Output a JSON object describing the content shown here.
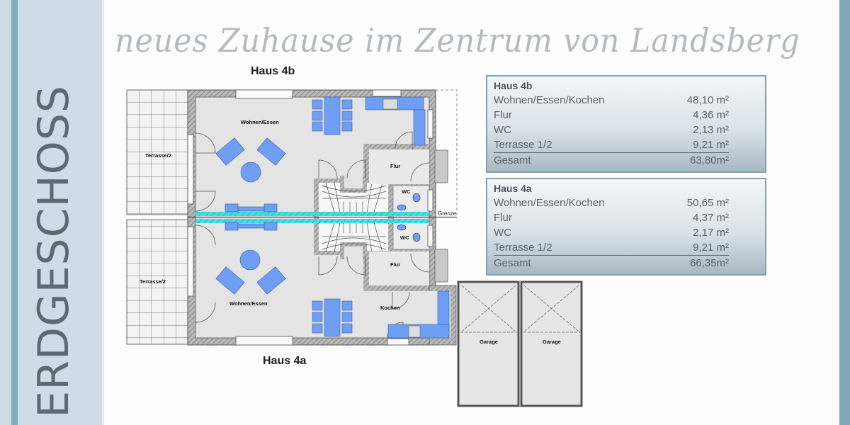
{
  "page": {
    "vertical_title": "ERDGESCHOSS",
    "headline": "neues Zuhause im Zentrum von Landsberg",
    "colors": {
      "left_band": "#cfdbe6",
      "left_accent": "#7fb0b8",
      "right_band": "#7fa7b7",
      "headline": "#b5b9bb",
      "furniture": "#6f9ef5",
      "party_wall": "#39d8dc"
    }
  },
  "plan": {
    "house_top_label": "Haus 4b",
    "house_bottom_label": "Haus 4a",
    "rooms": {
      "terrace_top": "Terrasse/2",
      "terrace_bottom": "Terrasse/2",
      "living_top": "Wohnen/Essen",
      "living_bottom": "Wohnen/Essen",
      "hall_top": "Flur",
      "hall_bottom": "Flur",
      "wc_top": "WC",
      "wc_bottom": "WC",
      "kitchen_bottom": "Kochen",
      "garage_left": "Garage",
      "garage_right": "Garage",
      "boundary": "Grenze"
    }
  },
  "areas": [
    {
      "title": "Haus 4b",
      "rows": [
        {
          "label": "Wohnen/Essen/Kochen",
          "value": "48,10 m²"
        },
        {
          "label": "Flur",
          "value": "4,36 m²"
        },
        {
          "label": "WC",
          "value": "2,13 m²"
        },
        {
          "label": "Terrasse 1/2",
          "value": "9,21 m²"
        },
        {
          "label": "Gesamt",
          "value": "63,80m²"
        }
      ]
    },
    {
      "title": "Haus 4a",
      "rows": [
        {
          "label": "Wohnen/Essen/Kochen",
          "value": "50,65 m²"
        },
        {
          "label": "Flur",
          "value": "4,37 m²"
        },
        {
          "label": "WC",
          "value": "2,17 m²"
        },
        {
          "label": "Terrasse 1/2",
          "value": "9,21 m²"
        },
        {
          "label": "Gesamt",
          "value": "66,35m²"
        }
      ]
    }
  ]
}
